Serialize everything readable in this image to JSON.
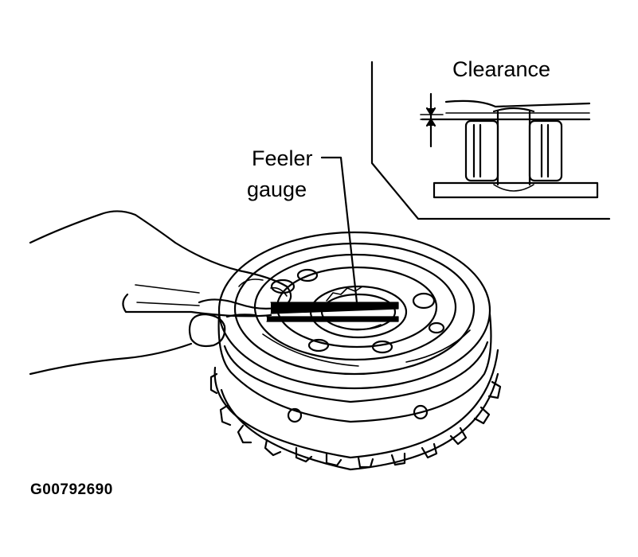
{
  "labels": {
    "clearance": "Clearance",
    "feeler_line1": "Feeler",
    "feeler_line2": "gauge",
    "figure_code": "G00792690"
  },
  "colors": {
    "ink": "#000000",
    "paper": "#ffffff"
  }
}
